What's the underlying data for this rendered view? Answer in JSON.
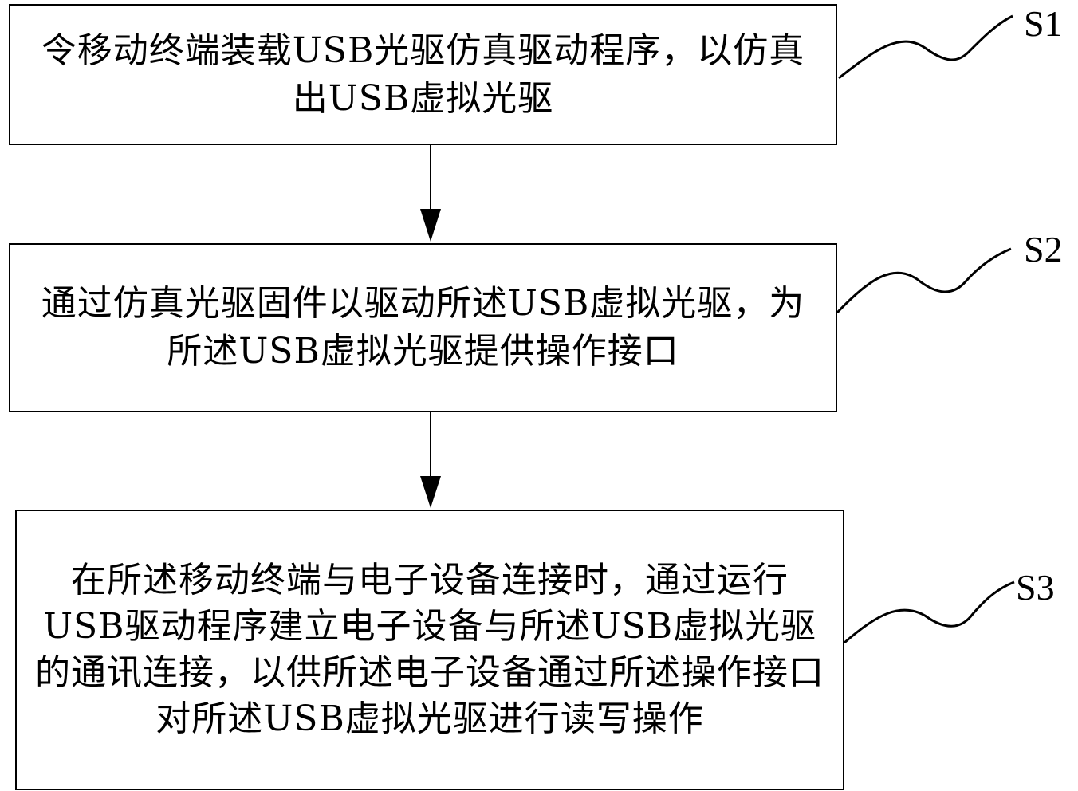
{
  "steps": [
    {
      "id": "S1",
      "label": "S1",
      "text": "令移动终端装载USB光驱仿真驱动程序，以仿真出USB虚拟光驱"
    },
    {
      "id": "S2",
      "label": "S2",
      "text": "通过仿真光驱固件以驱动所述USB虚拟光驱，为所述USB虚拟光驱提供操作接口"
    },
    {
      "id": "S3",
      "label": "S3",
      "text": "在所述移动终端与电子设备连接时，通过运行USB驱动程序建立电子设备与所述USB虚拟光驱的通讯连接，以供所述电子设备通过所述操作接口对所述USB虚拟光驱进行读写操作"
    }
  ],
  "colors": {
    "stroke": "#000000",
    "background": "#ffffff"
  }
}
